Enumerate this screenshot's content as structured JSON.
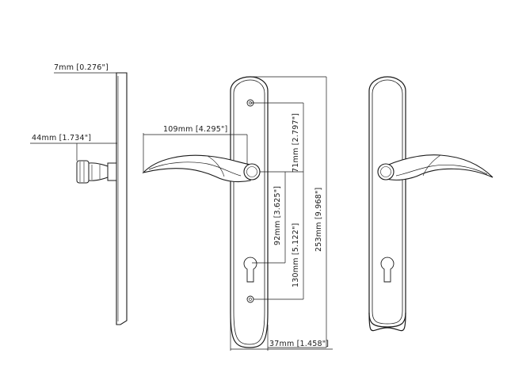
{
  "diagram": {
    "dimensions": {
      "thickness": "7mm  [0.276\"]",
      "projection": "44mm  [1.734\"]",
      "lever_length": "109mm  [4.295\"]",
      "screw_to_spindle": "71mm  [2.797\"]",
      "spindle_to_cylinder": "92mm  [3.625\"]",
      "screw_to_screw": "130mm  [5.122\"]",
      "overall_height": "253mm  [9.968\"]",
      "plate_width": "37mm  [1.458\"]"
    },
    "colors": {
      "line": "#1a1a1a",
      "background": "#ffffff"
    }
  }
}
